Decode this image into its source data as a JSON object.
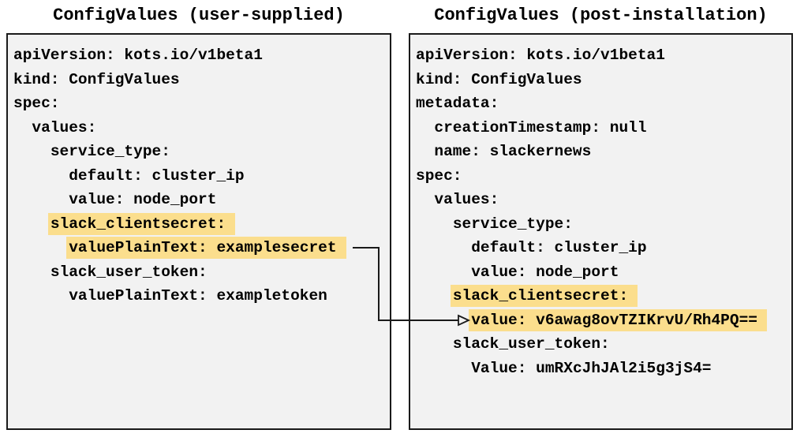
{
  "colors": {
    "highlight": "#fbde8d",
    "panel_bg": "#f2f2f2",
    "panel_border": "#1a1a1a",
    "arrow": "#1a1a1a"
  },
  "left_panel": {
    "title": "ConfigValues (user-supplied)",
    "lines": [
      {
        "indent": "",
        "text": "apiVersion: kots.io/v1beta1",
        "highlighted": false
      },
      {
        "indent": "",
        "text": "kind: ConfigValues",
        "highlighted": false
      },
      {
        "indent": "",
        "text": "spec:",
        "highlighted": false
      },
      {
        "indent": "  ",
        "text": "values:",
        "highlighted": false
      },
      {
        "indent": "    ",
        "text": "service_type:",
        "highlighted": false
      },
      {
        "indent": "      ",
        "text": "default: cluster_ip",
        "highlighted": false
      },
      {
        "indent": "      ",
        "text": "value: node_port",
        "highlighted": false
      },
      {
        "indent": "    ",
        "text": "slack_clientsecret:",
        "highlighted": true
      },
      {
        "indent": "      ",
        "text": "valuePlainText: examplesecret",
        "highlighted": true
      },
      {
        "indent": "    ",
        "text": "slack_user_token:",
        "highlighted": false
      },
      {
        "indent": "      ",
        "text": "valuePlainText: exampletoken",
        "highlighted": false
      }
    ]
  },
  "right_panel": {
    "title": "ConfigValues (post-installation)",
    "lines": [
      {
        "indent": "",
        "text": "apiVersion: kots.io/v1beta1",
        "highlighted": false
      },
      {
        "indent": "",
        "text": "kind: ConfigValues",
        "highlighted": false
      },
      {
        "indent": "",
        "text": "metadata:",
        "highlighted": false
      },
      {
        "indent": "  ",
        "text": "creationTimestamp: null",
        "highlighted": false
      },
      {
        "indent": "  ",
        "text": "name: slackernews",
        "highlighted": false
      },
      {
        "indent": "",
        "text": "spec:",
        "highlighted": false
      },
      {
        "indent": "  ",
        "text": "values:",
        "highlighted": false
      },
      {
        "indent": "    ",
        "text": "service_type:",
        "highlighted": false
      },
      {
        "indent": "      ",
        "text": "default: cluster_ip",
        "highlighted": false
      },
      {
        "indent": "      ",
        "text": "value: node_port",
        "highlighted": false
      },
      {
        "indent": "    ",
        "text": "slack_clientsecret:",
        "highlighted": true
      },
      {
        "indent": "      ",
        "text": "value: v6awag8ovTZIKrvU/Rh4PQ==",
        "highlighted": true
      },
      {
        "indent": "    ",
        "text": "slack_user_token:",
        "highlighted": false
      },
      {
        "indent": "      ",
        "text": "Value: umRXcJhJAl2i5g3jS4=",
        "highlighted": false
      }
    ]
  }
}
